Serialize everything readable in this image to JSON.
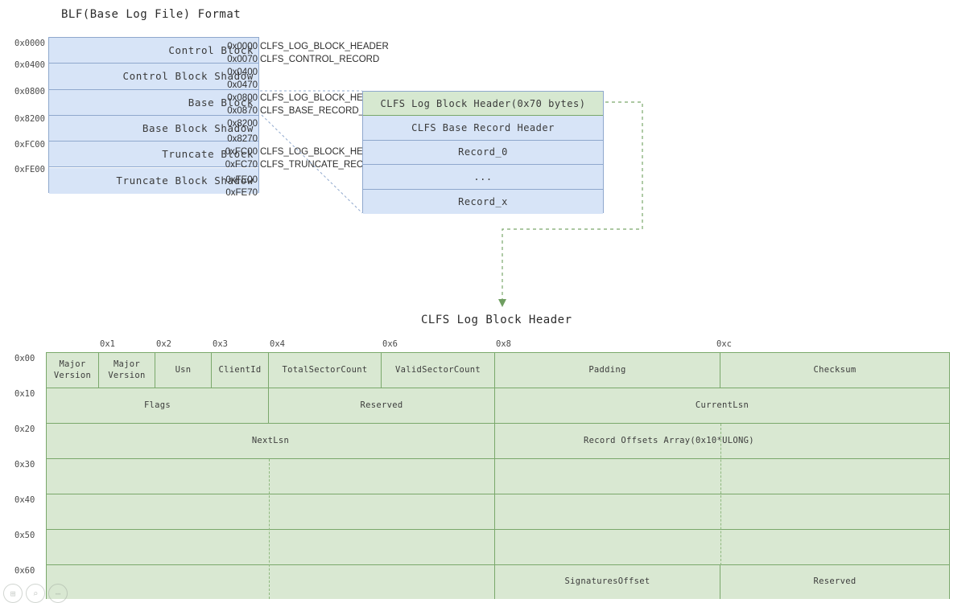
{
  "titles": {
    "top": "BLF(Base Log File) Format",
    "bottom": "CLFS Log Block Header"
  },
  "blf_stack": {
    "left_offsets": [
      "0x0000",
      "0x0400",
      "0x0800",
      "0x8200",
      "0xFC00",
      "0xFE00"
    ],
    "rows": [
      {
        "label": "Control Block",
        "start": "0x0000",
        "header_off": "0x0070",
        "start_struct": "CLFS_LOG_BLOCK_HEADER",
        "record_struct": "CLFS_CONTROL_RECORD"
      },
      {
        "label": "Control Block Shadow",
        "start": "0x0400",
        "header_off": "0x0470",
        "start_struct": "",
        "record_struct": ""
      },
      {
        "label": "Base Block",
        "start": "0x0800",
        "header_off": "0x0870",
        "start_struct": "CLFS_LOG_BLOCK_HEADER",
        "record_struct": "CLFS_BASE_RECORD_HEADER"
      },
      {
        "label": "Base Block Shadow",
        "start": "0x8200",
        "header_off": "0x8270",
        "start_struct": "",
        "record_struct": ""
      },
      {
        "label": "Truncate Block",
        "start": "0xFC00",
        "header_off": "0xFC70",
        "start_struct": "CLFS_LOG_BLOCK_HEADER",
        "record_struct": "CLFS_TRUNCATE_RECORD_HEADER"
      },
      {
        "label": "Truncate Block Shadow",
        "start": "0xFE00",
        "header_off": "0xFE70",
        "start_struct": "",
        "record_struct": ""
      }
    ]
  },
  "base_detail": {
    "rows": [
      {
        "label": "CLFS Log Block Header(0x70 bytes)",
        "highlight": true
      },
      {
        "label": "CLFS Base Record Header",
        "highlight": false
      },
      {
        "label": "Record_0",
        "highlight": false
      },
      {
        "label": "...",
        "highlight": false
      },
      {
        "label": "Record_x",
        "highlight": false
      }
    ]
  },
  "byte_table": {
    "column_labels": [
      "0x1",
      "0x2",
      "0x3",
      "0x4",
      "0x6",
      "0x8",
      "0xc"
    ],
    "row_labels": [
      "0x00",
      "0x10",
      "0x20",
      "0x30",
      "0x40",
      "0x50",
      "0x60"
    ],
    "fields": [
      "Major\nVersion",
      "Major\nVersion",
      "Usn",
      "ClientId",
      "TotalSectorCount",
      "ValidSectorCount",
      "Padding",
      "Checksum",
      "Flags",
      "Reserved",
      "CurrentLsn",
      "NextLsn",
      "Record Offsets Array(0x10*ULONG)",
      "SignaturesOffset",
      "Reserved"
    ]
  },
  "toolbar": {
    "items": [
      {
        "name": "fit-page-icon",
        "glyph": "⊞"
      },
      {
        "name": "zoom-icon",
        "glyph": "⌕"
      },
      {
        "name": "more-icon",
        "glyph": "⋯"
      }
    ]
  },
  "colors": {
    "blue_fill": "#d7e4f7",
    "blue_stroke": "#8fa8cd",
    "green_fill": "#d9e8d2",
    "green_stroke": "#7aa86b",
    "text": "#3a3a3a"
  }
}
